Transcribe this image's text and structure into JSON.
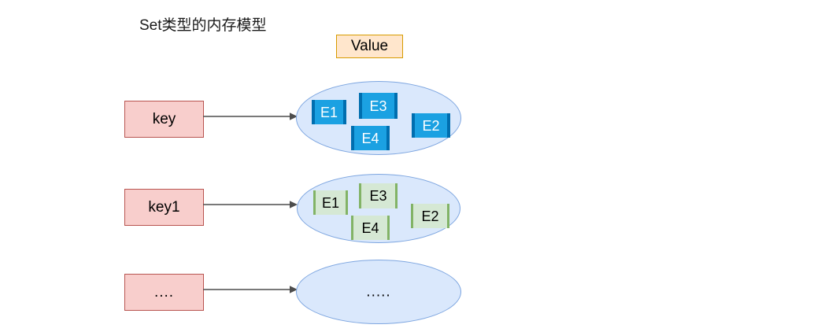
{
  "diagram": {
    "title": "Set类型的内存模型",
    "legend": {
      "value_label": "Value",
      "value_fill": "#ffe6cc",
      "value_border": "#d79b00"
    },
    "colors": {
      "key_fill": "#f8cecc",
      "key_border": "#b85450",
      "ellipse_fill": "#dae8fc",
      "ellipse_border": "#7ea6e0",
      "chip_blue_fill": "#1ba1e2",
      "chip_blue_edge": "#006eaf",
      "chip_green_fill": "#d5e8d4",
      "chip_green_edge": "#82b366",
      "arrow_color": "#4d4d4d"
    },
    "rows": [
      {
        "key_label": "key",
        "arrow": "arrow-right",
        "value_style": "blue",
        "elements": [
          "E1",
          "E3",
          "E2",
          "E4"
        ],
        "placeholder": ""
      },
      {
        "key_label": "key1",
        "arrow": "arrow-right",
        "value_style": "green",
        "elements": [
          "E1",
          "E3",
          "E2",
          "E4"
        ],
        "placeholder": ""
      },
      {
        "key_label": "....",
        "arrow": "arrow-right",
        "value_style": "empty",
        "elements": [],
        "placeholder": "....."
      }
    ]
  }
}
